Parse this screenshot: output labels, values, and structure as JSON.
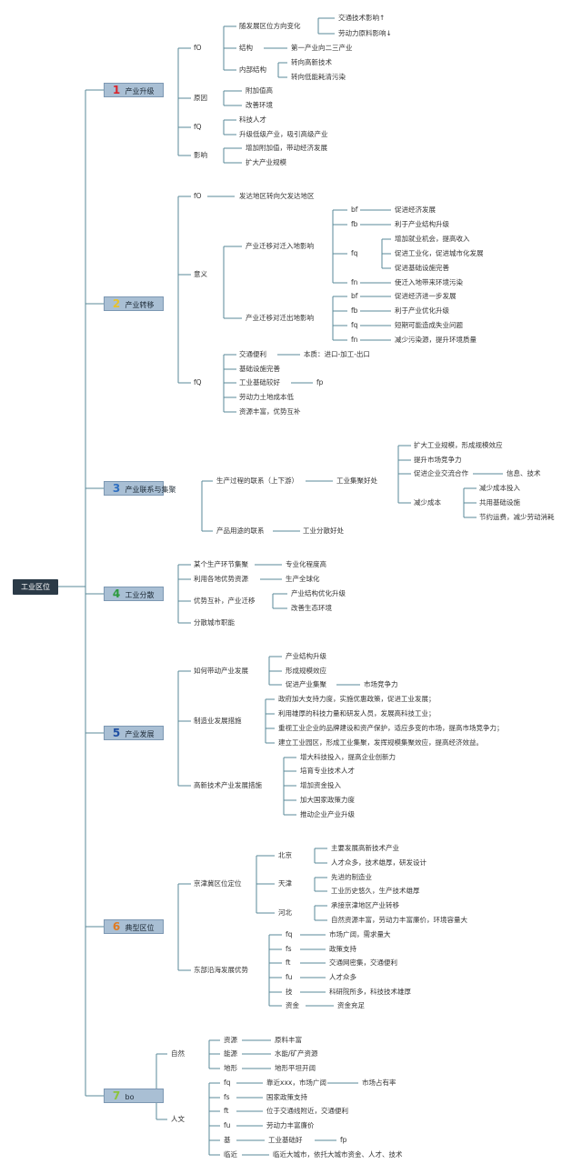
{
  "colors": {
    "line": "#5a8a99",
    "root_bg": "#2b3a47",
    "box_bg": "#a9bfd4"
  },
  "root": {
    "label": "工业区位"
  },
  "sections": [
    {
      "num": "1",
      "label": "产业升级"
    },
    {
      "num": "2",
      "label": "产业转移"
    },
    {
      "num": "3",
      "label": "产业联系与集聚"
    },
    {
      "num": "4",
      "label": "工业分散"
    },
    {
      "num": "5",
      "label": "产业发展"
    },
    {
      "num": "6",
      "label": "典型区位"
    },
    {
      "num": "7",
      "label": "bo"
    }
  ],
  "texts": [
    "随发展区位方向变化",
    "交通技术影响↑",
    "劳动力原料影响↓",
    "fO",
    "结构",
    "第一产业向二三产业",
    "内部结构",
    "转向高新技术",
    "转向低能耗清污染",
    "原因",
    "附加值高",
    "改善环境",
    "fQ",
    "科技人才",
    "升级低级产业，吸引高级产业",
    "影响",
    "增加附加值，带动经济发展",
    "扩大产业规模",
    "fO",
    "发达地区转向欠发达地区",
    "意义",
    "产业迁移对迁入地影响",
    "bf",
    "促进经济发展",
    "fb",
    "利于产业结构升级",
    "fq",
    "增加就业机会，提高收入",
    "促进工业化，促进城市化发展",
    "促进基础设施完善",
    "fn",
    "使迁入地带来环境污染",
    "产业迁移对迁出地影响",
    "bf",
    "促进经济进一步发展",
    "fb",
    "利于产业优化升级",
    "fq",
    "短期可能造成失业问题",
    "fn",
    "减少污染源，提升环境质量",
    "fQ",
    "交通便利",
    "本质：进口-加工-出口",
    "基础设施完善",
    "工业基础较好",
    "fp",
    "劳动力土地成本低",
    "资源丰富，优势互补",
    "生产过程的联系（上下游）",
    "工业集聚好处",
    "扩大工业规模，形成规模效应",
    "提升市场竞争力",
    "促进企业交流合作",
    "信息、技术",
    "减少成本",
    "减少成本投入",
    "共用基础设施",
    "节约运费，减少劳动消耗",
    "产品用途的联系",
    "工业分散好处",
    "某个生产环节集聚",
    "专业化程度高",
    "利用各地优势资源",
    "生产全球化",
    "优势互补，产业迁移",
    "产业结构优化升级",
    "改善生态环境",
    "分散城市职能",
    "如何带动产业发展",
    "产业结构升级",
    "形成规模效应",
    "促进产业集聚",
    "市场竞争力",
    "制造业发展措施",
    "政府加大支持力度，实施优惠政策，促进工业发展；",
    "利用雄厚的科技力量和研发人员，发展高科技工业；",
    "重视工业企业的品牌建设和资产保护，适应多变的市场，提高市场竞争力；",
    "建立工业园区，形成工业集聚，发挥规模集聚效应，提高经济效益。",
    "高新技术产业发展措施",
    "增大科技投入，提高企业创新力",
    "培育专业技术人才",
    "增加资金投入",
    "加大国家政策力度",
    "推动企业产业升级",
    "京津冀区位定位",
    "北京",
    "主要发展高新技术产业",
    "人才众多，技术雄厚，研发设计",
    "天津",
    "先进的制造业",
    "工业历史悠久，生产技术雄厚",
    "河北",
    "承接京津地区产业转移",
    "自然资源丰富，劳动力丰富廉价，环境容量大",
    "东部沿海发展优势",
    "fq",
    "市场广阔，需求量大",
    "fs",
    "政策支持",
    "ft",
    "交通网密集，交通便利",
    "fu",
    "人才众多",
    "技",
    "科研院所多，科技技术雄厚",
    "资金",
    "资金充足",
    "自然",
    "资源",
    "原料丰富",
    "能源",
    "水能/矿产资源",
    "地形",
    "地形平坦开阔",
    "人文",
    "fq",
    "靠近xxx，市场广阔",
    "市场占有率",
    "fs",
    "国家政策支持",
    "ft",
    "位于交通线附近，交通便利",
    "fu",
    "劳动力丰富廉价",
    "基",
    "工业基础好",
    "fp",
    "临近",
    "临近大城市，依托大城市资金、人才、技术"
  ]
}
